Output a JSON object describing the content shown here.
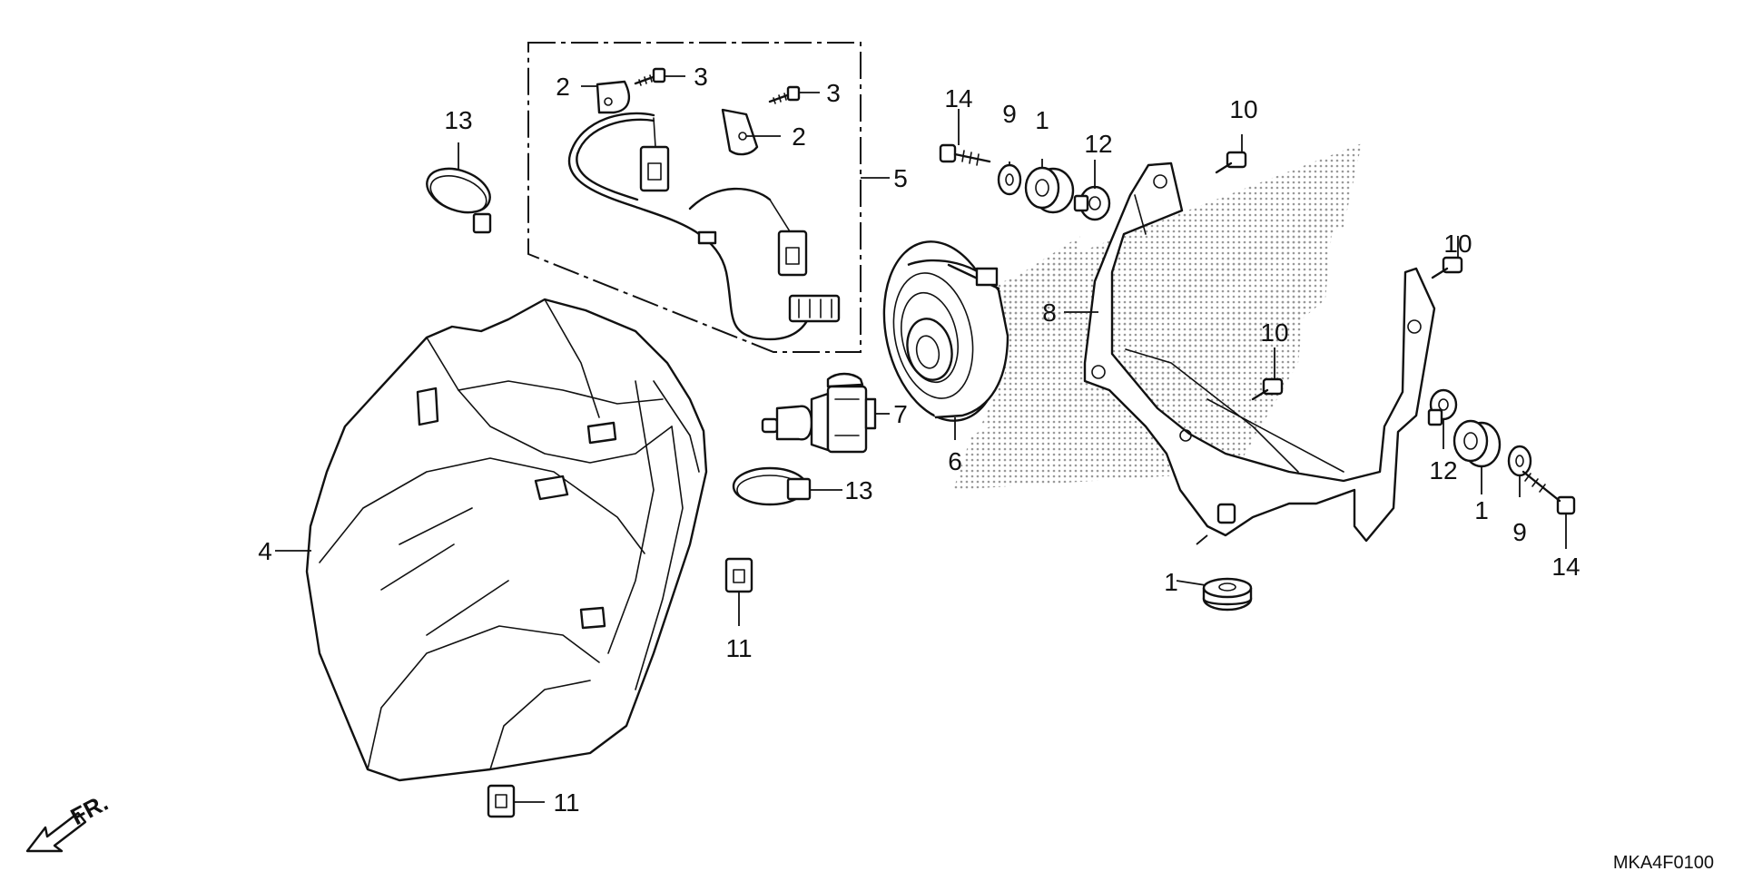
{
  "diagram": {
    "drawing_code": "MKA4F0100",
    "direction_label": "FR.",
    "callouts": [
      {
        "key": "c1",
        "label": "1"
      },
      {
        "key": "c2",
        "label": "1"
      },
      {
        "key": "c3",
        "label": "1"
      },
      {
        "key": "c4",
        "label": "2"
      },
      {
        "key": "c5",
        "label": "2"
      },
      {
        "key": "c6",
        "label": "3"
      },
      {
        "key": "c7",
        "label": "3"
      },
      {
        "key": "c8",
        "label": "4"
      },
      {
        "key": "c9",
        "label": "5"
      },
      {
        "key": "c10",
        "label": "6"
      },
      {
        "key": "c11",
        "label": "7"
      },
      {
        "key": "c12",
        "label": "8"
      },
      {
        "key": "c13",
        "label": "9"
      },
      {
        "key": "c14",
        "label": "9"
      },
      {
        "key": "c15",
        "label": "10"
      },
      {
        "key": "c16",
        "label": "10"
      },
      {
        "key": "c17",
        "label": "10"
      },
      {
        "key": "c18",
        "label": "11"
      },
      {
        "key": "c19",
        "label": "11"
      },
      {
        "key": "c20",
        "label": "12"
      },
      {
        "key": "c21",
        "label": "12"
      },
      {
        "key": "c22",
        "label": "13"
      },
      {
        "key": "c23",
        "label": "13"
      },
      {
        "key": "c24",
        "label": "14"
      },
      {
        "key": "c25",
        "label": "14"
      }
    ]
  }
}
